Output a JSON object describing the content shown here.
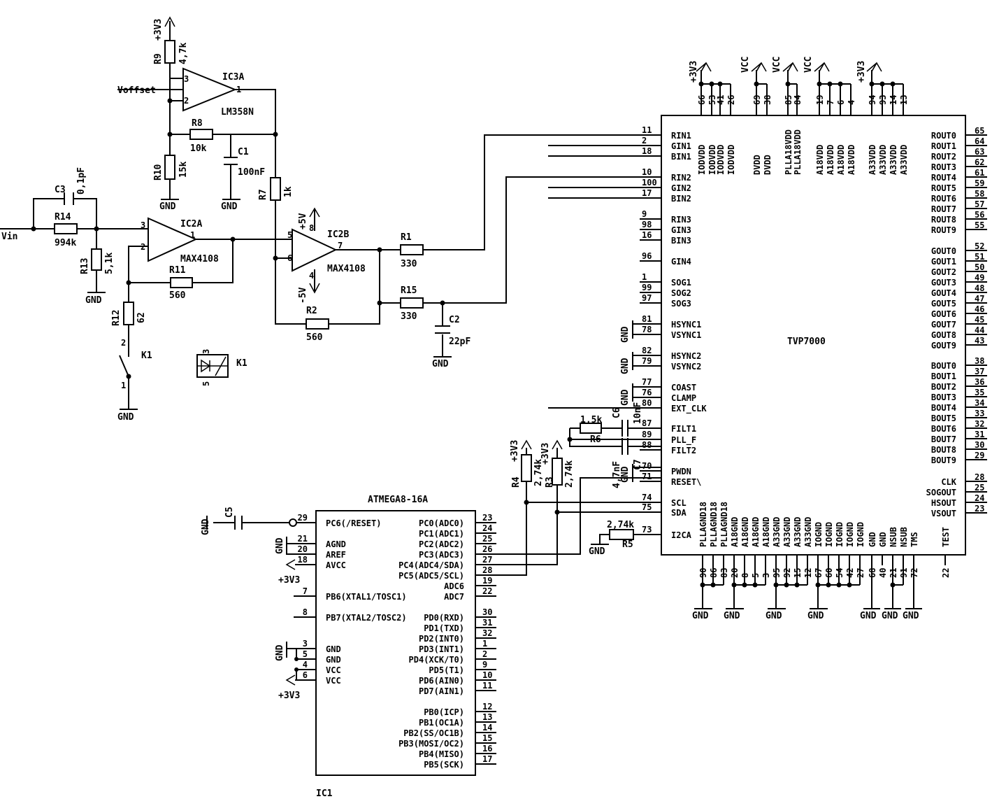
{
  "colors": {
    "ink": "#000000",
    "paper": "#ffffff"
  },
  "labels": {
    "vin": "Vin",
    "voffset": "Voffset",
    "r9": "R9",
    "r9v": "4,7k",
    "p3v3": "+3V3",
    "vcc": "VCC",
    "gnd": "GND",
    "ic3a": "IC3A",
    "lm358": "LM358N",
    "ic2a": "IC2A",
    "ic2b": "IC2B",
    "max4108": "MAX4108",
    "r8": "R8",
    "r8v": "10k",
    "r10": "R10",
    "r10v": "15k",
    "c1": "C1",
    "c1v": "100nF",
    "r7": "R7",
    "r7v": "1k",
    "c3": "C3",
    "c3v": "0,1pF",
    "r14": "R14",
    "r14v": "994k",
    "r13": "R13",
    "r13v": "5,1k",
    "r11": "R11",
    "r11v": "560",
    "r12": "R12",
    "r12v": "62",
    "k1": "K1",
    "p5v": "+5V",
    "m5v": "-5V",
    "r1": "R1",
    "r1v": "330",
    "r15": "R15",
    "r15v": "330",
    "c2": "C2",
    "c2v": "22pF",
    "r2": "R2",
    "r2v": "560",
    "ic1": "IC1",
    "atmega": "ATMEGA8-16A",
    "c5": "C5",
    "r4": "R4",
    "r4v": "2,74k",
    "r3": "R3",
    "r3v": "2,74k",
    "r5": "R5",
    "r5v": "2,74k",
    "r6": "R6",
    "r6v": "1,5k",
    "c6": "C6",
    "c6v": "10nF",
    "c7": "C7",
    "c7v": "4,7nF",
    "tvp": "TVP7000"
  },
  "pins": {
    "n1": "1",
    "n2": "2",
    "n3": "3",
    "n4": "4",
    "n5": "5",
    "n6": "6",
    "n7": "7",
    "n8": "8",
    "p3": "3",
    "p2": "2",
    "p1": "1"
  },
  "tvp_left": [
    {
      "num": "11",
      "name": "RIN1"
    },
    {
      "num": "2",
      "name": "GIN1"
    },
    {
      "num": "18",
      "name": "BIN1"
    },
    {
      "num": "10",
      "name": "RIN2"
    },
    {
      "num": "100",
      "name": "GIN2"
    },
    {
      "num": "17",
      "name": "BIN2"
    },
    {
      "num": "9",
      "name": "RIN3"
    },
    {
      "num": "98",
      "name": "GIN3"
    },
    {
      "num": "16",
      "name": "BIN3"
    },
    {
      "num": "96",
      "name": "GIN4"
    },
    {
      "num": "1",
      "name": "SOG1"
    },
    {
      "num": "99",
      "name": "SOG2"
    },
    {
      "num": "97",
      "name": "SOG3"
    },
    {
      "num": "81",
      "name": "HSYNC1"
    },
    {
      "num": "78",
      "name": "VSYNC1"
    },
    {
      "num": "82",
      "name": "HSYNC2"
    },
    {
      "num": "79",
      "name": "VSYNC2"
    },
    {
      "num": "77",
      "name": "COAST"
    },
    {
      "num": "76",
      "name": "CLAMP"
    },
    {
      "num": "80",
      "name": "EXT_CLK"
    },
    {
      "num": "87",
      "name": "FILT1"
    },
    {
      "num": "89",
      "name": "PLL_F"
    },
    {
      "num": "88",
      "name": "FILT2"
    },
    {
      "num": "70",
      "name": "PWDN"
    },
    {
      "num": "71",
      "name": "RESET\\"
    },
    {
      "num": "74",
      "name": "SCL"
    },
    {
      "num": "75",
      "name": "SDA"
    },
    {
      "num": "73",
      "name": "I2CA"
    }
  ],
  "tvp_right": [
    {
      "num": "65",
      "name": "ROUT0"
    },
    {
      "num": "64",
      "name": "ROUT1"
    },
    {
      "num": "63",
      "name": "ROUT2"
    },
    {
      "num": "62",
      "name": "ROUT3"
    },
    {
      "num": "61",
      "name": "ROUT4"
    },
    {
      "num": "59",
      "name": "ROUT5"
    },
    {
      "num": "58",
      "name": "ROUT6"
    },
    {
      "num": "57",
      "name": "ROUT7"
    },
    {
      "num": "56",
      "name": "ROUT8"
    },
    {
      "num": "55",
      "name": "ROUT9"
    },
    {
      "num": "52",
      "name": "GOUT0"
    },
    {
      "num": "51",
      "name": "GOUT1"
    },
    {
      "num": "50",
      "name": "GOUT2"
    },
    {
      "num": "49",
      "name": "GOUT3"
    },
    {
      "num": "48",
      "name": "GOUT4"
    },
    {
      "num": "47",
      "name": "GOUT5"
    },
    {
      "num": "46",
      "name": "GOUT6"
    },
    {
      "num": "45",
      "name": "GOUT7"
    },
    {
      "num": "44",
      "name": "GOUT8"
    },
    {
      "num": "43",
      "name": "GOUT9"
    },
    {
      "num": "38",
      "name": "BOUT0"
    },
    {
      "num": "37",
      "name": "BOUT1"
    },
    {
      "num": "36",
      "name": "BOUT2"
    },
    {
      "num": "35",
      "name": "BOUT3"
    },
    {
      "num": "34",
      "name": "BOUT4"
    },
    {
      "num": "33",
      "name": "BOUT5"
    },
    {
      "num": "32",
      "name": "BOUT6"
    },
    {
      "num": "31",
      "name": "BOUT7"
    },
    {
      "num": "30",
      "name": "BOUT8"
    },
    {
      "num": "29",
      "name": "BOUT9"
    },
    {
      "num": "28",
      "name": "CLK"
    },
    {
      "num": "25",
      "name": "SOGOUT"
    },
    {
      "num": "24",
      "name": "HSOUT"
    },
    {
      "num": "23",
      "name": "VSOUT"
    }
  ],
  "tvp_top": [
    {
      "num": "66",
      "name": "IODVDD"
    },
    {
      "num": "53",
      "name": "IODVDD"
    },
    {
      "num": "41",
      "name": "IODVDD"
    },
    {
      "num": "26",
      "name": "IODVDD"
    },
    {
      "num": "69",
      "name": "DVDD"
    },
    {
      "num": "38",
      "name": "DVDD"
    },
    {
      "num": "85",
      "name": "PLLA18VDD"
    },
    {
      "num": "84",
      "name": "PLLA18VDD"
    },
    {
      "num": "19",
      "name": "A18VDD"
    },
    {
      "num": "7",
      "name": "A18VDD"
    },
    {
      "num": "6",
      "name": "A18VDD"
    },
    {
      "num": "4",
      "name": "A18VDD"
    },
    {
      "num": "94",
      "name": "A33VDD"
    },
    {
      "num": "93",
      "name": "A33VDD"
    },
    {
      "num": "14",
      "name": "A33VDD"
    },
    {
      "num": "13",
      "name": "A33VDD"
    }
  ],
  "tvp_bottom": [
    {
      "num": "90",
      "name": "PLLAGND18"
    },
    {
      "num": "86",
      "name": "PLLAGND18"
    },
    {
      "num": "83",
      "name": "PLLAGND18"
    },
    {
      "num": "20",
      "name": "A18GND"
    },
    {
      "num": "8",
      "name": "A18GND"
    },
    {
      "num": "5",
      "name": "A18GND"
    },
    {
      "num": "3",
      "name": "A18GND"
    },
    {
      "num": "95",
      "name": "A33GND"
    },
    {
      "num": "92",
      "name": "A33GND"
    },
    {
      "num": "15",
      "name": "A33GND"
    },
    {
      "num": "12",
      "name": "A33GND"
    },
    {
      "num": "67",
      "name": "IOGND"
    },
    {
      "num": "60",
      "name": "IOGND"
    },
    {
      "num": "54",
      "name": "IOGND"
    },
    {
      "num": "42",
      "name": "IOGND"
    },
    {
      "num": "27",
      "name": "IOGND"
    },
    {
      "num": "68",
      "name": "GND"
    },
    {
      "num": "40",
      "name": "GND"
    },
    {
      "num": "21",
      "name": "NSUB"
    },
    {
      "num": "91",
      "name": "NSUB"
    },
    {
      "num": "72",
      "name": "TMS"
    },
    {
      "num": "22",
      "name": "TEST"
    }
  ],
  "atmega_left": [
    {
      "num": "29",
      "name": "PC6(/RESET)"
    },
    {
      "num": "21",
      "name": "AGND"
    },
    {
      "num": "20",
      "name": "AREF"
    },
    {
      "num": "18",
      "name": "AVCC"
    },
    {
      "num": "7",
      "name": "PB6(XTAL1/TOSC1)"
    },
    {
      "num": "8",
      "name": "PB7(XTAL2/TOSC2)"
    },
    {
      "num": "3",
      "name": "GND"
    },
    {
      "num": "5",
      "name": "GND"
    },
    {
      "num": "4",
      "name": "VCC"
    },
    {
      "num": "6",
      "name": "VCC"
    }
  ],
  "atmega_right": [
    {
      "num": "23",
      "name": "PC0(ADC0)"
    },
    {
      "num": "24",
      "name": "PC1(ADC1)"
    },
    {
      "num": "25",
      "name": "PC2(ADC2)"
    },
    {
      "num": "26",
      "name": "PC3(ADC3)"
    },
    {
      "num": "27",
      "name": "PC4(ADC4/SDA)"
    },
    {
      "num": "28",
      "name": "PC5(ADC5/SCL)"
    },
    {
      "num": "19",
      "name": "ADC6"
    },
    {
      "num": "22",
      "name": "ADC7"
    },
    {
      "num": "30",
      "name": "PD0(RXD)"
    },
    {
      "num": "31",
      "name": "PD1(TXD)"
    },
    {
      "num": "32",
      "name": "PD2(INT0)"
    },
    {
      "num": "1",
      "name": "PD3(INT1)"
    },
    {
      "num": "2",
      "name": "PD4(XCK/T0)"
    },
    {
      "num": "9",
      "name": "PD5(T1)"
    },
    {
      "num": "10",
      "name": "PD6(AIN0)"
    },
    {
      "num": "11",
      "name": "PD7(AIN1)"
    },
    {
      "num": "12",
      "name": "PB0(ICP)"
    },
    {
      "num": "13",
      "name": "PB1(OC1A)"
    },
    {
      "num": "14",
      "name": "PB2(SS/OC1B)"
    },
    {
      "num": "15",
      "name": "PB3(MOSI/OC2)"
    },
    {
      "num": "16",
      "name": "PB4(MISO)"
    },
    {
      "num": "17",
      "name": "PB5(SCK)"
    }
  ]
}
